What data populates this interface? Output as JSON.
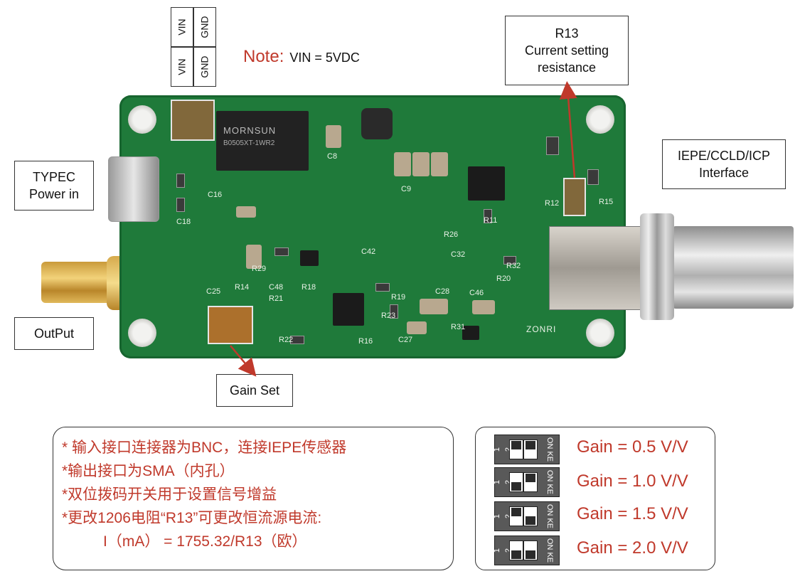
{
  "pin_table": {
    "top_left": "VIN",
    "top_right": "GND",
    "bottom_left": "VIN",
    "bottom_right": "GND"
  },
  "note": {
    "label": "Note:",
    "value": "VIN = 5VDC"
  },
  "callouts": {
    "r13": [
      "R13",
      "Current setting",
      "resistance"
    ],
    "iepe": [
      "IEPE/CCLD/ICP",
      "Interface"
    ],
    "typec": [
      "TYPEC",
      "Power in"
    ],
    "output": "OutPut",
    "gain_set": "Gain Set"
  },
  "pcb": {
    "module_mark": "MORNSUN",
    "module_part": "B0505XT-1WR2",
    "brand": "ZONRI",
    "refs": [
      "C8",
      "C9",
      "C16",
      "C18",
      "C25",
      "C27",
      "C28",
      "C32",
      "C42",
      "C46",
      "C48",
      "R11",
      "R12",
      "R14",
      "R15",
      "R16",
      "R18",
      "R19",
      "R20",
      "R21",
      "R22",
      "R23",
      "R26",
      "R29",
      "R31",
      "R32"
    ]
  },
  "notes": [
    "* 输入接口连接器为BNC，连接IEPE传感器",
    "*输出接口为SMA（内孔）",
    "*双位拨码开关用于设置信号增益",
    "*更改1206电阻“R13”可更改恒流源电流:",
    "I（mA） = 1755.32/R13（欧）"
  ],
  "gain_table": [
    {
      "label": "Gain = 0.5 V/V",
      "sw1": "up",
      "sw2": "up"
    },
    {
      "label": "Gain = 1.0 V/V",
      "sw1": "down",
      "sw2": "up"
    },
    {
      "label": "Gain = 1.5 V/V",
      "sw1": "up",
      "sw2": "down"
    },
    {
      "label": "Gain = 2.0 V/V",
      "sw1": "down",
      "sw2": "down"
    }
  ],
  "dip_text": {
    "nums": "1 2",
    "on": "ON KE"
  },
  "colors": {
    "accent": "#c0392b",
    "pcb": "#1f7a3a"
  }
}
